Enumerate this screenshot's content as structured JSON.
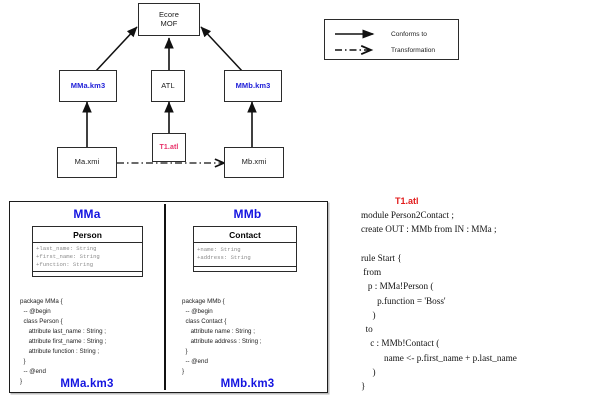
{
  "top_diagram": {
    "nodes": [
      {
        "id": "ecore",
        "lines": [
          "Ecore",
          "MOF"
        ],
        "style": "plain"
      },
      {
        "id": "mma_km3",
        "lines": [
          "MMa.km3"
        ],
        "style": "blue"
      },
      {
        "id": "atl",
        "lines": [
          "ATL"
        ],
        "style": "plain"
      },
      {
        "id": "mmb_km3",
        "lines": [
          "MMb.km3"
        ],
        "style": "blue"
      },
      {
        "id": "t1_atl",
        "lines": [
          "T1.atl"
        ],
        "style": "red"
      },
      {
        "id": "ma_xmi",
        "lines": [
          "Ma.xmi"
        ],
        "style": "plain"
      },
      {
        "id": "mb_xmi",
        "lines": [
          "Mb.xmi"
        ],
        "style": "plain"
      }
    ]
  },
  "legend": {
    "items": [
      {
        "icon": "solid-arrow-icon",
        "label": "Conforms to"
      },
      {
        "icon": "dashed-arrow-icon",
        "label": "Transformation"
      }
    ]
  },
  "metamodel_panel": {
    "left": {
      "title": "MMa",
      "footer": "MMa.km3",
      "uml_class": {
        "name": "Person",
        "attributes": [
          "+last_name: String",
          "+first_name: String",
          "+function: String"
        ]
      },
      "code": "package MMa {\n  -- @begin\n  class Person {\n     attribute last_name : String ;\n     attribute first_name : String ;\n     attribute function : String ;\n  }\n  -- @end\n}"
    },
    "right": {
      "title": "MMb",
      "footer": "MMb.km3",
      "uml_class": {
        "name": "Contact",
        "attributes": [
          "+name: String",
          "+address: String"
        ]
      },
      "code": "package MMb {\n  -- @begin\n  class Contact {\n     attribute name : String ;\n     attribute address : String ;\n  }\n  -- @end\n}"
    }
  },
  "atl": {
    "title": "T1.atl",
    "code": "module Person2Contact ;\ncreate OUT : MMb from IN : MMa ;\n\nrule Start {\n from\n   p : MMa!Person (\n       p.function = 'Boss'\n     )\n  to\n    c : MMb!Contact (\n          name <- p.first_name + p.last_name\n     )\n}"
  },
  "colors": {
    "blue_label": "#1414e0",
    "red_label": "#e21b1b",
    "pink_label": "#e8326a",
    "stroke": "#2b2b2b"
  }
}
